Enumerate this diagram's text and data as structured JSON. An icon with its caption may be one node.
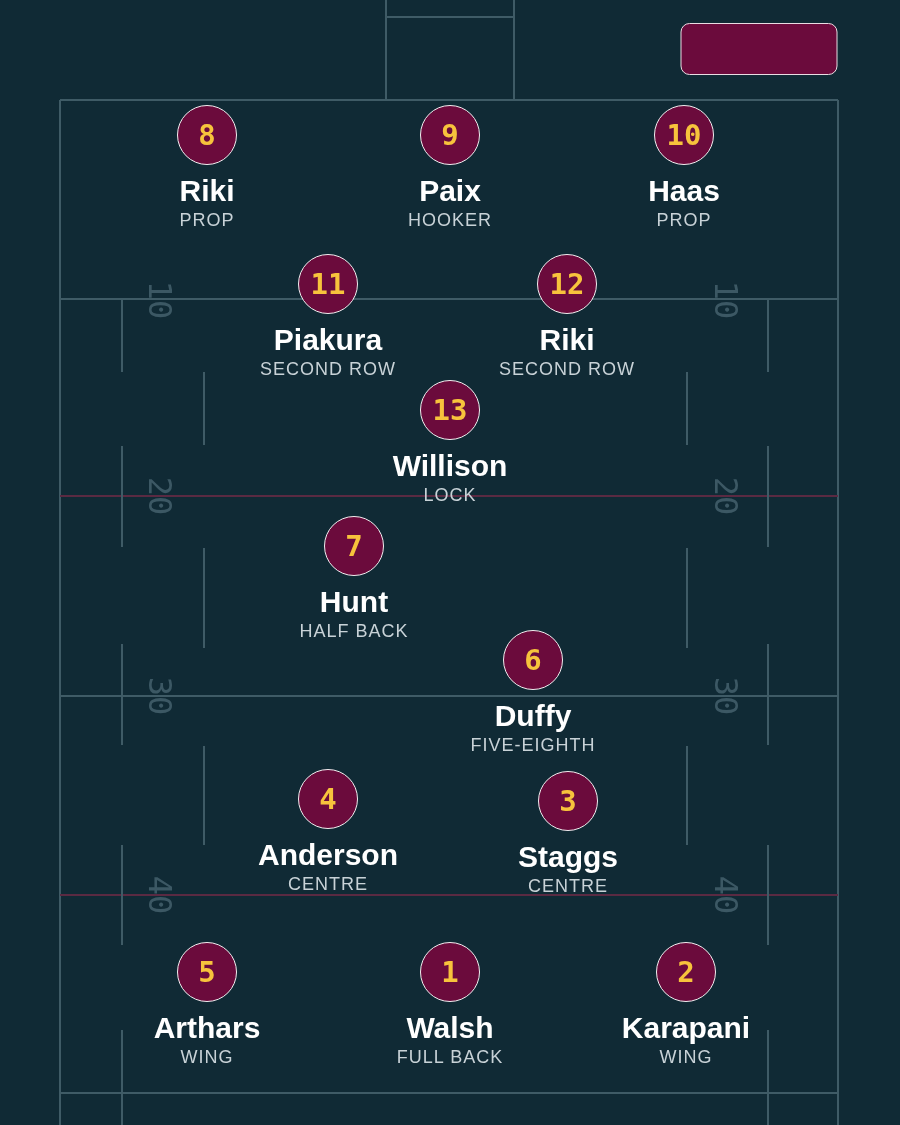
{
  "diagram": {
    "nodes": [
      {
        "text": [],
        "shape": "box"
      },
      {
        "text": [
          "8"
        ],
        "beside": [
          "Riki",
          "PROP"
        ]
      },
      {
        "text": [
          "9"
        ],
        "beside": [
          "Paix",
          "HOOKER"
        ]
      },
      {
        "text": [
          "10"
        ],
        "beside": [
          "Haas",
          "PROP"
        ]
      },
      {
        "text": [
          "11"
        ],
        "beside": [
          "Piakura",
          "SECOND ROW"
        ]
      },
      {
        "text": [
          "12"
        ],
        "beside": [
          "Riki",
          "SECOND ROW"
        ]
      },
      {
        "text": [
          "13"
        ],
        "beside": [
          "Willison",
          "LOCK"
        ]
      },
      {
        "text": [
          "7"
        ],
        "beside": [
          "Hunt",
          "HALF BACK"
        ]
      },
      {
        "text": [
          "6"
        ],
        "beside": [
          "Duffy",
          "FIVE-EIGHTH"
        ]
      },
      {
        "text": [
          "4"
        ],
        "beside": [
          "Anderson",
          "CENTRE"
        ]
      },
      {
        "text": [
          "3"
        ],
        "beside": [
          "Staggs",
          "CENTRE"
        ]
      },
      {
        "text": [
          "5"
        ],
        "beside": [
          "Arthars",
          "WING"
        ]
      },
      {
        "text": [
          "1"
        ],
        "beside": [
          "Walsh",
          "FULL BACK"
        ]
      },
      {
        "text": [
          "2"
        ],
        "beside": [
          "Karapani",
          "WING"
        ]
      }
    ],
    "labels": [
      "10",
      "10",
      "20",
      "20",
      "30",
      "30",
      "40",
      "40"
    ]
  }
}
